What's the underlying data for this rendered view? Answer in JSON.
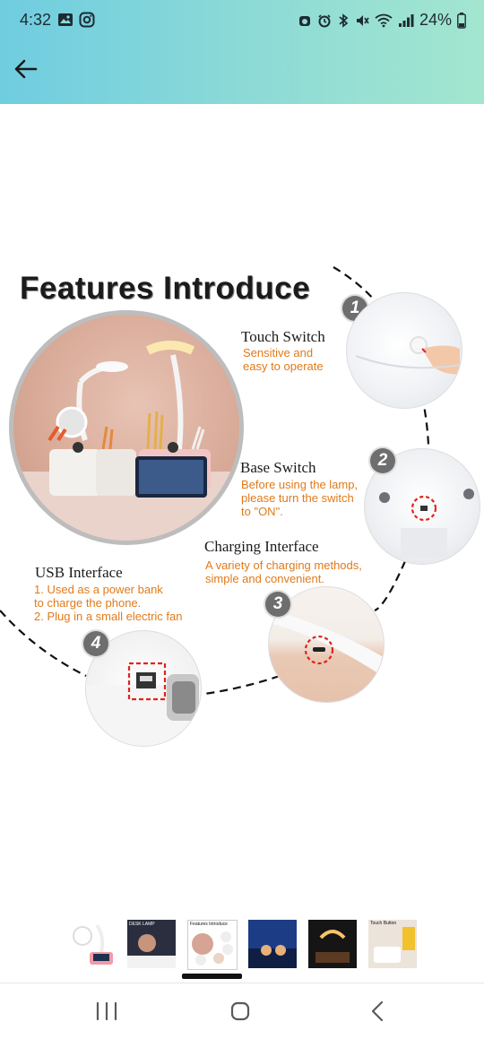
{
  "status_bar": {
    "time": "4:32",
    "battery": "24%",
    "icons": [
      "gallery-icon",
      "instagram-icon",
      "alarm-icon",
      "bluetooth-icon",
      "mute-icon",
      "wifi-icon",
      "signal-icon",
      "battery-icon"
    ]
  },
  "header": {
    "back_icon": "back-arrow-icon"
  },
  "infographic": {
    "title": "Features Introduce",
    "features": [
      {
        "number": "1",
        "title": "Touch Switch",
        "desc": [
          "Sensitive and",
          "easy to operate"
        ]
      },
      {
        "number": "2",
        "title": "Base Switch",
        "desc": [
          "Before using the lamp,",
          "please turn the switch",
          "to \"ON\"."
        ]
      },
      {
        "number": "3",
        "title": "Charging Interface",
        "desc": [
          "A variety of charging methods,",
          "simple and convenient."
        ]
      },
      {
        "number": "4",
        "title": "USB Interface",
        "desc": [
          "1. Used as a power bank",
          "    to charge the phone.",
          "2. Plug in a small electric fan"
        ]
      }
    ]
  },
  "gallery": {
    "thumbnails": [
      {
        "name": "thumbnail-1",
        "caption": ""
      },
      {
        "name": "thumbnail-2",
        "caption": "DESK LAMP"
      },
      {
        "name": "thumbnail-3",
        "caption": "Features Introduce"
      },
      {
        "name": "thumbnail-4",
        "caption": ""
      },
      {
        "name": "thumbnail-5",
        "caption": ""
      },
      {
        "name": "thumbnail-6",
        "caption": "Touch Button"
      }
    ],
    "active_index": 2
  },
  "nav_bar": {
    "icons": [
      "recents-icon",
      "home-icon",
      "back-icon"
    ]
  },
  "colors": {
    "accent_orange": "#e07a1a",
    "header_left": "#6fcde0",
    "header_right": "#a3e6cf",
    "badge": "#6e6e6e"
  }
}
